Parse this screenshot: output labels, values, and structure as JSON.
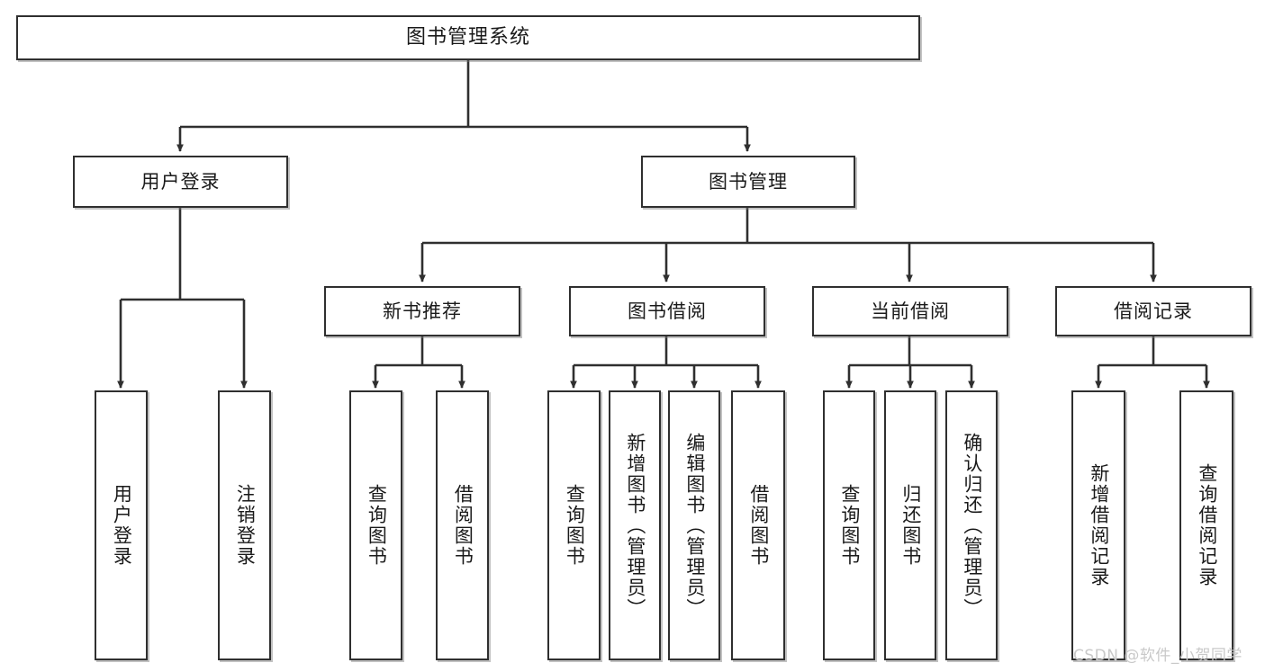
{
  "diagram": {
    "title": "图书管理系统",
    "type": "tree-hierarchy",
    "watermark": "CSDN @软件_小贺同学",
    "colors": {
      "stroke": "#2f2f2f",
      "background": "#ffffff",
      "text": "#1a1a1a",
      "watermark": "#c9c9c9"
    },
    "nodes": {
      "root": {
        "label": "图书管理系统",
        "level": 0
      },
      "user_login": {
        "label": "用户登录",
        "level": 1
      },
      "book_manage": {
        "label": "图书管理",
        "level": 1
      },
      "new_book_rec": {
        "label": "新书推荐",
        "level": 2
      },
      "book_borrow": {
        "label": "图书借阅",
        "level": 2
      },
      "current_borrow": {
        "label": "当前借阅",
        "level": 2
      },
      "borrow_record": {
        "label": "借阅记录",
        "level": 2
      },
      "leaf_user_login": {
        "label": "用户登录",
        "level": 3
      },
      "leaf_logout": {
        "label": "注销登录",
        "level": 3
      },
      "leaf_query_book_1": {
        "label": "查询图书",
        "level": 3
      },
      "leaf_borrow_book_1": {
        "label": "借阅图书",
        "level": 3
      },
      "leaf_query_book_2": {
        "label": "查询图书",
        "level": 3
      },
      "leaf_add_book": {
        "label": "新增图书（管理员）",
        "level": 3
      },
      "leaf_edit_book": {
        "label": "编辑图书（管理员）",
        "level": 3
      },
      "leaf_borrow_book_2": {
        "label": "借阅图书",
        "level": 3
      },
      "leaf_query_book_3": {
        "label": "查询图书",
        "level": 3
      },
      "leaf_return_book": {
        "label": "归还图书",
        "level": 3
      },
      "leaf_confirm_return": {
        "label": "确认归还（管理员）",
        "level": 3
      },
      "leaf_add_record": {
        "label": "新增借阅记录",
        "level": 3
      },
      "leaf_query_record": {
        "label": "查询借阅记录",
        "level": 3
      }
    },
    "edges": [
      {
        "from": "root",
        "to": "user_login"
      },
      {
        "from": "root",
        "to": "book_manage"
      },
      {
        "from": "user_login",
        "to": "leaf_user_login"
      },
      {
        "from": "user_login",
        "to": "leaf_logout"
      },
      {
        "from": "book_manage",
        "to": "new_book_rec"
      },
      {
        "from": "book_manage",
        "to": "book_borrow"
      },
      {
        "from": "book_manage",
        "to": "current_borrow"
      },
      {
        "from": "book_manage",
        "to": "borrow_record"
      },
      {
        "from": "new_book_rec",
        "to": "leaf_query_book_1"
      },
      {
        "from": "new_book_rec",
        "to": "leaf_borrow_book_1"
      },
      {
        "from": "book_borrow",
        "to": "leaf_query_book_2"
      },
      {
        "from": "book_borrow",
        "to": "leaf_add_book"
      },
      {
        "from": "book_borrow",
        "to": "leaf_edit_book"
      },
      {
        "from": "book_borrow",
        "to": "leaf_borrow_book_2"
      },
      {
        "from": "current_borrow",
        "to": "leaf_query_book_3"
      },
      {
        "from": "current_borrow",
        "to": "leaf_return_book"
      },
      {
        "from": "current_borrow",
        "to": "leaf_confirm_return"
      },
      {
        "from": "borrow_record",
        "to": "leaf_add_record"
      },
      {
        "from": "borrow_record",
        "to": "leaf_query_record"
      }
    ]
  }
}
